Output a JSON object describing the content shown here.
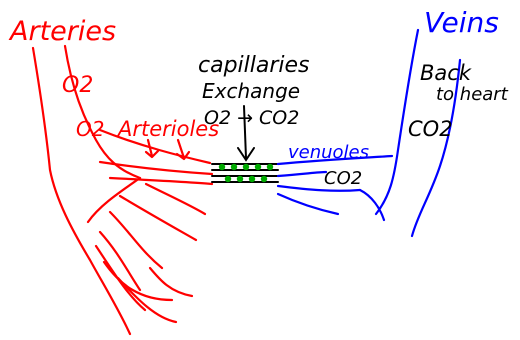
{
  "colors": {
    "arteries": "#ff0000",
    "veins": "#0000ff",
    "capillaries": "#000000",
    "capillary_beads": "#00aa00"
  },
  "labels": {
    "arteries": "Arteries",
    "o2_upper": "O2",
    "o2_lower": "O2",
    "arterioles": "Arterioles",
    "capillaries": "capillaries",
    "exchange": "Exchange",
    "exchange_formula": "O2 → CO2",
    "venuoles": "venuoles",
    "co2_lower": "CO2",
    "veins": "Veins",
    "back": "Back",
    "to_heart": "to heart",
    "co2_upper": "CO2"
  }
}
